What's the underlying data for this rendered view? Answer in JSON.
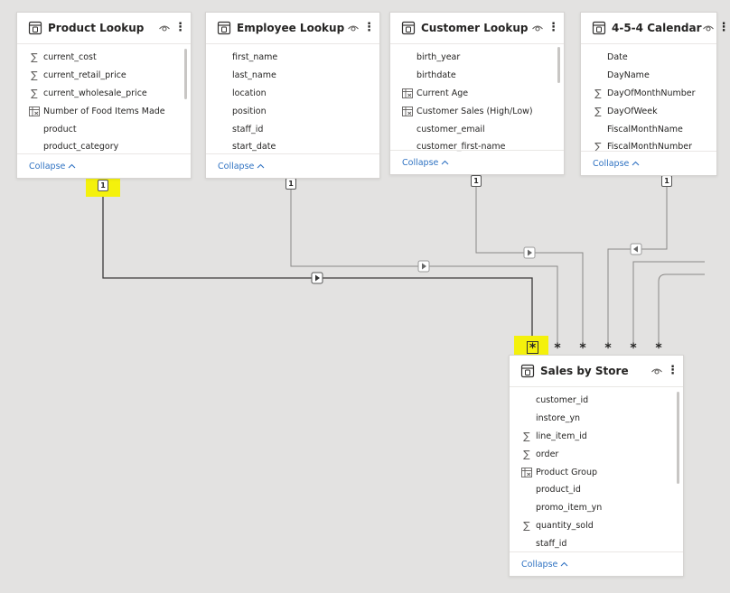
{
  "tables": [
    {
      "id": "product-lookup",
      "title": "Product Lookup",
      "collapse_label": "Collapse",
      "fields": [
        {
          "icon": "sigma",
          "label": "current_cost"
        },
        {
          "icon": "sigma",
          "label": "current_retail_price"
        },
        {
          "icon": "sigma",
          "label": "current_wholesale_price"
        },
        {
          "icon": "calc",
          "label": "Number of Food Items Made"
        },
        {
          "icon": "",
          "label": "product"
        },
        {
          "icon": "",
          "label": "product_category"
        }
      ]
    },
    {
      "id": "employee-lookup",
      "title": "Employee Lookup",
      "collapse_label": "Collapse",
      "fields": [
        {
          "icon": "",
          "label": "first_name"
        },
        {
          "icon": "",
          "label": "last_name"
        },
        {
          "icon": "",
          "label": "location"
        },
        {
          "icon": "",
          "label": "position"
        },
        {
          "icon": "",
          "label": "staff_id"
        },
        {
          "icon": "",
          "label": "start_date"
        }
      ]
    },
    {
      "id": "customer-lookup",
      "title": "Customer Lookup",
      "collapse_label": "Collapse",
      "fields": [
        {
          "icon": "",
          "label": "birth_year"
        },
        {
          "icon": "",
          "label": "birthdate"
        },
        {
          "icon": "calc",
          "label": "Current Age"
        },
        {
          "icon": "calc",
          "label": "Customer Sales (High/Low)"
        },
        {
          "icon": "",
          "label": "customer_email"
        },
        {
          "icon": "",
          "label": "customer_first-name"
        }
      ]
    },
    {
      "id": "calendar-454",
      "title": "4-5-4 Calendar",
      "collapse_label": "Collapse",
      "fields": [
        {
          "icon": "",
          "label": "Date"
        },
        {
          "icon": "",
          "label": "DayName"
        },
        {
          "icon": "sigma",
          "label": "DayOfMonthNumber"
        },
        {
          "icon": "sigma",
          "label": "DayOfWeek"
        },
        {
          "icon": "",
          "label": "FiscalMonthName"
        },
        {
          "icon": "sigma",
          "label": "FiscalMonthNumber"
        }
      ]
    },
    {
      "id": "sales-by-store",
      "title": "Sales by Store",
      "collapse_label": "Collapse",
      "fields": [
        {
          "icon": "",
          "label": "customer_id"
        },
        {
          "icon": "",
          "label": "instore_yn"
        },
        {
          "icon": "sigma",
          "label": "line_item_id"
        },
        {
          "icon": "sigma",
          "label": "order"
        },
        {
          "icon": "calc",
          "label": "Product Group"
        },
        {
          "icon": "",
          "label": "product_id"
        },
        {
          "icon": "",
          "label": "promo_item_yn"
        },
        {
          "icon": "sigma",
          "label": "quantity_sold"
        },
        {
          "icon": "",
          "label": "staff_id"
        }
      ]
    }
  ],
  "relationships": {
    "one_label": "1",
    "many_label": "*"
  },
  "colors": {
    "canvas": "#e3e2e1",
    "highlight": "#f4f10c",
    "link": "#2f72c2",
    "line_selected": "#3b3a39",
    "line": "#8a8886"
  }
}
